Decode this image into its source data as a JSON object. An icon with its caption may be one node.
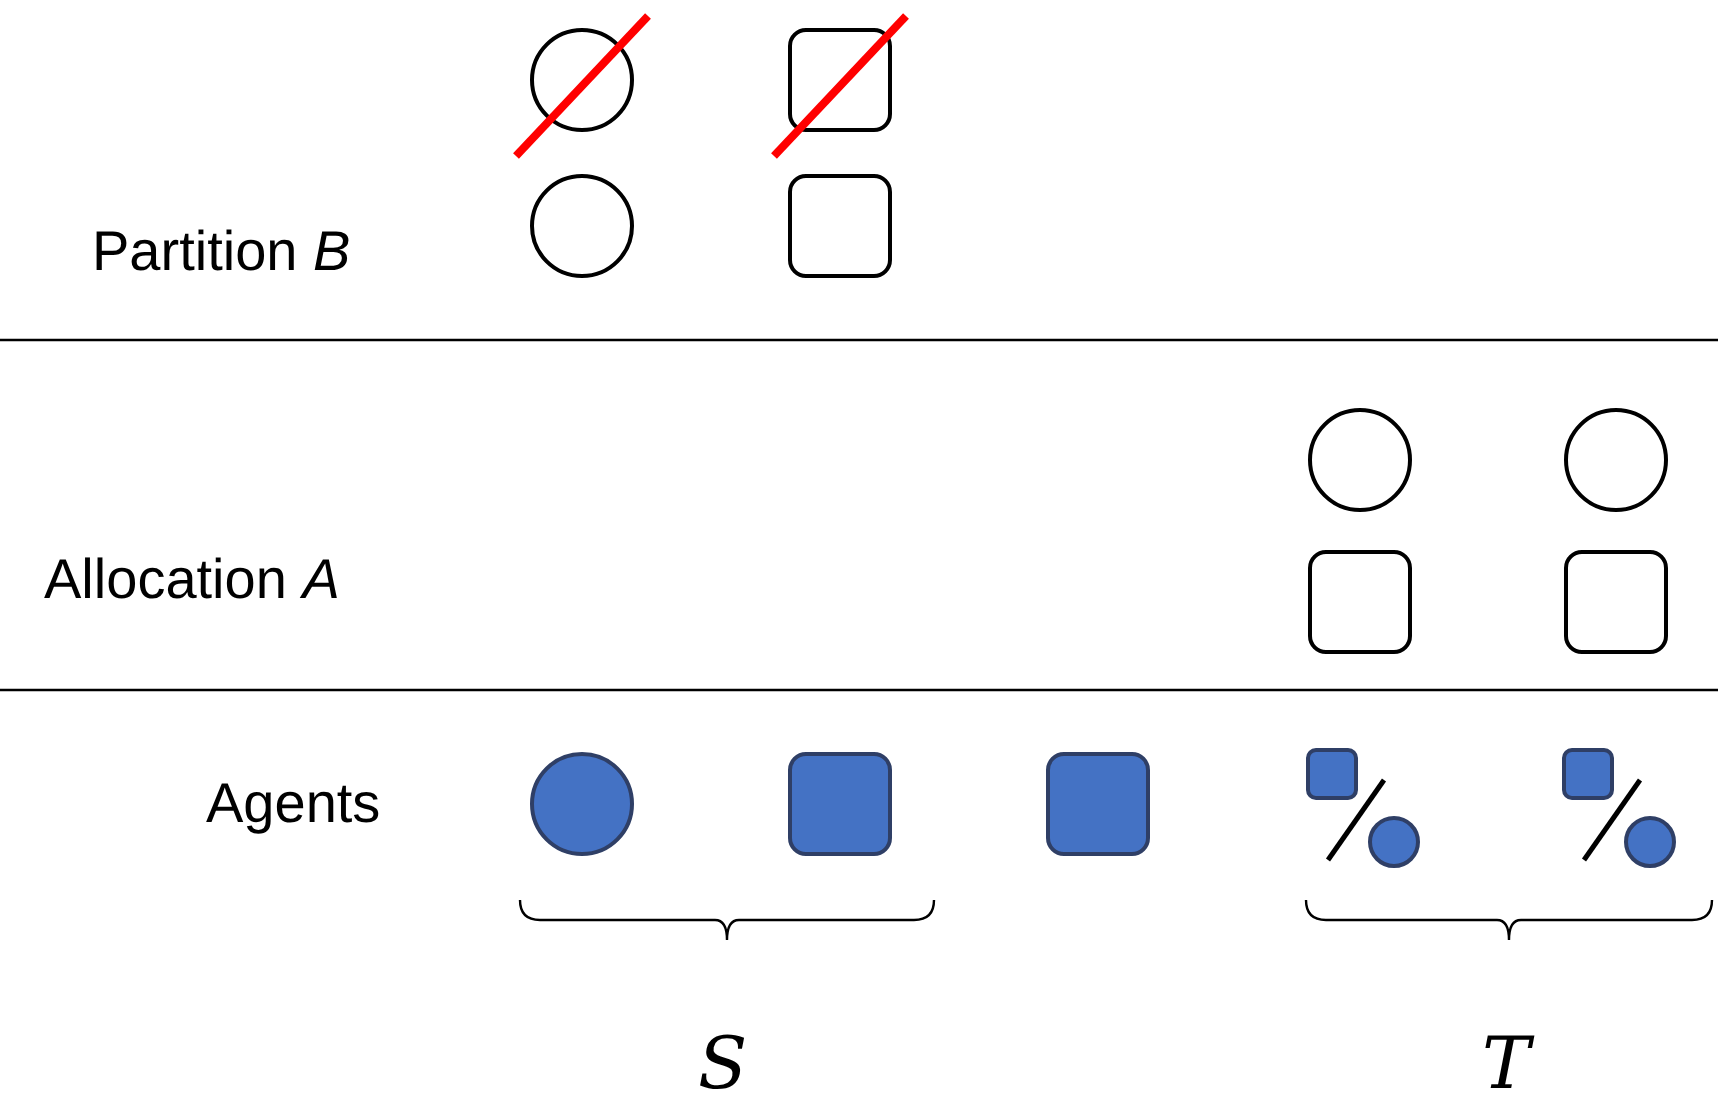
{
  "diagram": {
    "labels": [
      "Partition *B*",
      "Allocation *A*",
      "Agents",
      "S",
      "T"
    ]
  }
}
